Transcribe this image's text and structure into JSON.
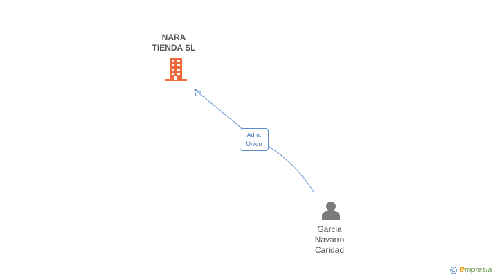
{
  "company": {
    "name_line1": "NARA",
    "name_line2": "TIENDA SL",
    "icon": "building-icon",
    "icon_color": "#f26a3b"
  },
  "relation": {
    "label_line1": "Adm.",
    "label_line2": "Unico",
    "color": "#3a6fb0"
  },
  "person": {
    "name_line1": "Garcia",
    "name_line2": "Navarro",
    "name_line3": "Caridad",
    "icon": "person-icon",
    "icon_color": "#7a7a7a"
  },
  "brand": {
    "copyright": "©",
    "logo_initial": "e",
    "logo_rest": "mpresia"
  }
}
